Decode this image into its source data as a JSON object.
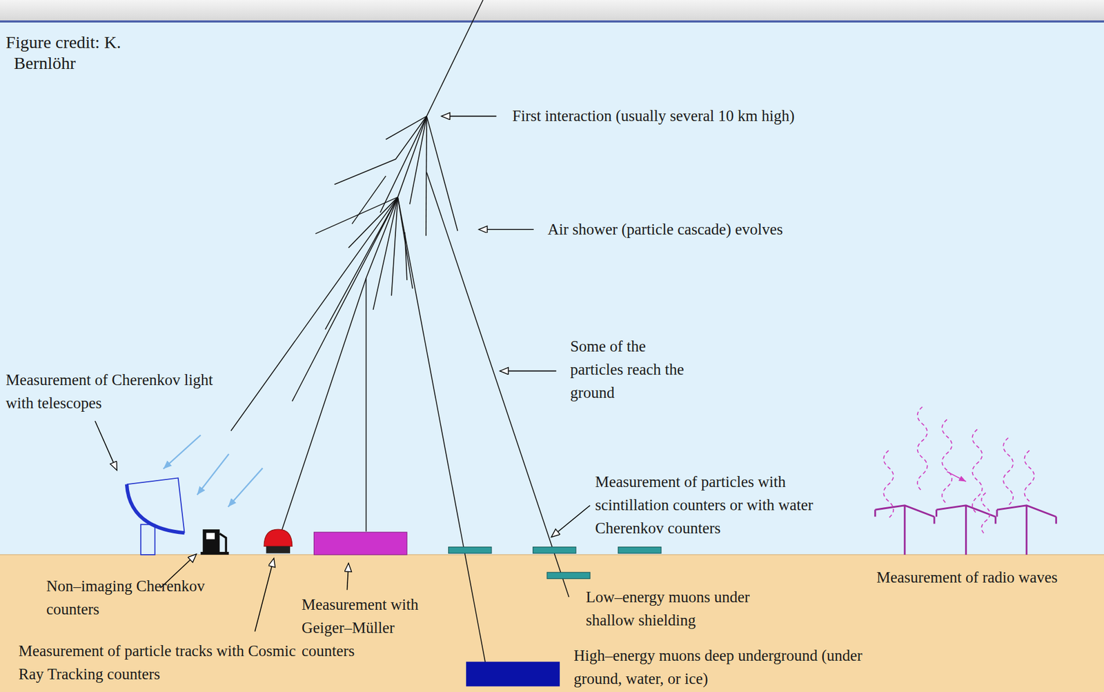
{
  "diagram": {
    "labels": [
      "Figure credit: K. Bernlöhr",
      "First interaction (usually several 10 km high)",
      "Air shower (particle cascade) evolves",
      "Some of the particles reach the ground",
      "Measurement of Cherenkov light with telescopes",
      "Measurement of particles with scintillation counters or with water Cherenkov counters",
      "Non–imaging Cherenkov counters",
      "Measurement of particle tracks with Cosmic Ray Tracking counters",
      "Measurement with Geiger–Müller counters",
      "Low–energy muons under shallow shielding",
      "High–energy muons deep underground (under ground, water, or ice)",
      "Measurement of radio waves"
    ]
  }
}
